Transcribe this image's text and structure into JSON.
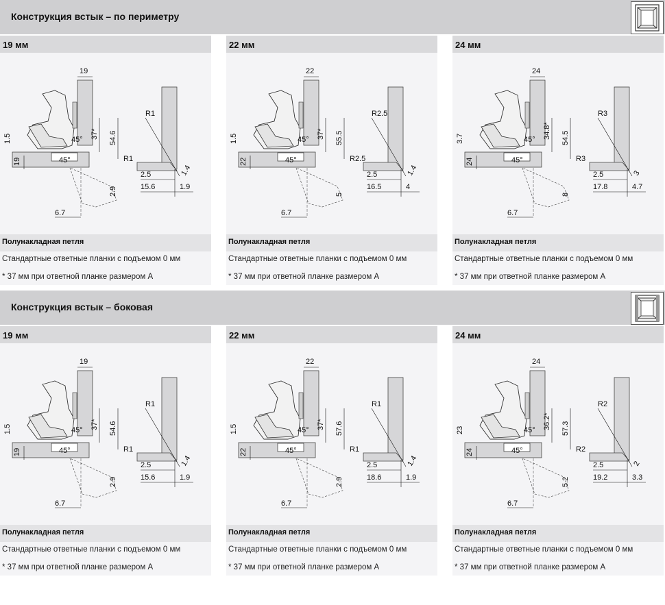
{
  "sections": [
    {
      "title": "Конструкция встык – по периметру",
      "icon": "cabinet-front-icon",
      "cards": [
        {
          "size_label": "19 мм",
          "d": {
            "top": "19",
            "left_a": "1.5",
            "left_b": "19",
            "ang1": "45°",
            "ang2": "45°",
            "v1": "37*",
            "v2": "54.6",
            "v3": "2.9",
            "r_top": "R1",
            "r_bot": "R1",
            "h1": "2.5",
            "h2": "15.6",
            "h3": "1.9",
            "d1": "1.4",
            "bottom": "6.7"
          }
        },
        {
          "size_label": "22 мм",
          "d": {
            "top": "22",
            "left_a": "1.5",
            "left_b": "22",
            "ang1": "45°",
            "ang2": "45°",
            "v1": "37*",
            "v2": "55.5",
            "v3": "5",
            "r_top": "R2.5",
            "r_bot": "R2.5",
            "h1": "2.5",
            "h2": "16.5",
            "h3": "4",
            "d1": "1.4",
            "bottom": "6.7"
          }
        },
        {
          "size_label": "24 мм",
          "d": {
            "top": "24",
            "left_a": "3.7",
            "left_b": "24",
            "ang1": "45°",
            "ang2": "45°",
            "v1": "34.8*",
            "v2": "54.5",
            "v3": "8",
            "r_top": "R3",
            "r_bot": "R3",
            "h1": "2.5",
            "h2": "17.8",
            "h3": "4.7",
            "d1": "3",
            "bottom": "6.7"
          }
        }
      ]
    },
    {
      "title": "Конструкция встык – боковая",
      "icon": "cabinet-side-icon",
      "cards": [
        {
          "size_label": "19 мм",
          "d": {
            "top": "19",
            "left_a": "1.5",
            "left_b": "19",
            "ang1": "45°",
            "ang2": "45°",
            "v1": "37*",
            "v2": "54.6",
            "v3": "2.9",
            "r_top": "R1",
            "r_bot": "R1",
            "h1": "2.5",
            "h2": "15.6",
            "h3": "1.9",
            "d1": "1.4",
            "bottom": "6.7"
          }
        },
        {
          "size_label": "22 мм",
          "d": {
            "top": "22",
            "left_a": "1.5",
            "left_b": "22",
            "ang1": "45°",
            "ang2": "45°",
            "v1": "37*",
            "v2": "57.6",
            "v3": "2.9",
            "r_top": "R1",
            "r_bot": "R1",
            "h1": "2.5",
            "h2": "18.6",
            "h3": "1.9",
            "d1": "1.4",
            "bottom": "6.7"
          }
        },
        {
          "size_label": "24 мм",
          "d": {
            "top": "24",
            "left_a": "23",
            "left_b": "24",
            "ang1": "45°",
            "ang2": "45°",
            "v1": "36.2*",
            "v2": "57.3",
            "v3": "5.2",
            "r_top": "R2",
            "r_bot": "R2",
            "h1": "2.5",
            "h2": "19.2",
            "h3": "3.3",
            "d1": "2",
            "bottom": "6.7"
          }
        }
      ]
    }
  ],
  "card_text": {
    "hinge_type": "Полунакладная петля",
    "line1": "Стандартные ответные планки с подъемом 0 мм",
    "line2": "* 37 мм при ответной планке размером A"
  }
}
